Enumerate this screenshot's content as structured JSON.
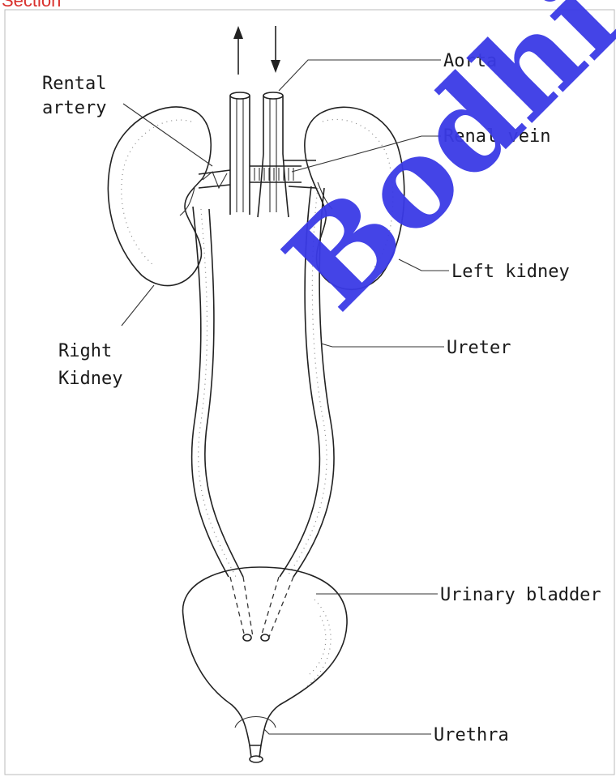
{
  "diagram": {
    "header_fragment": "Section",
    "watermark": "Bodhiy",
    "labels": {
      "aorta": "Aorta",
      "rental_artery_line1": "Rental",
      "rental_artery_line2": "artery",
      "renal_vein": "Renal vein",
      "left_kidney": "Left kidney",
      "right_kidney_line1": "Right",
      "right_kidney_line2": "Kidney",
      "ureter": "Ureter",
      "urinary_bladder": "Urinary bladder",
      "urethra": "Urethra"
    },
    "colors": {
      "watermark": "#3a3ae6",
      "header": "#d9302c",
      "ink": "#1a1a1a"
    }
  }
}
